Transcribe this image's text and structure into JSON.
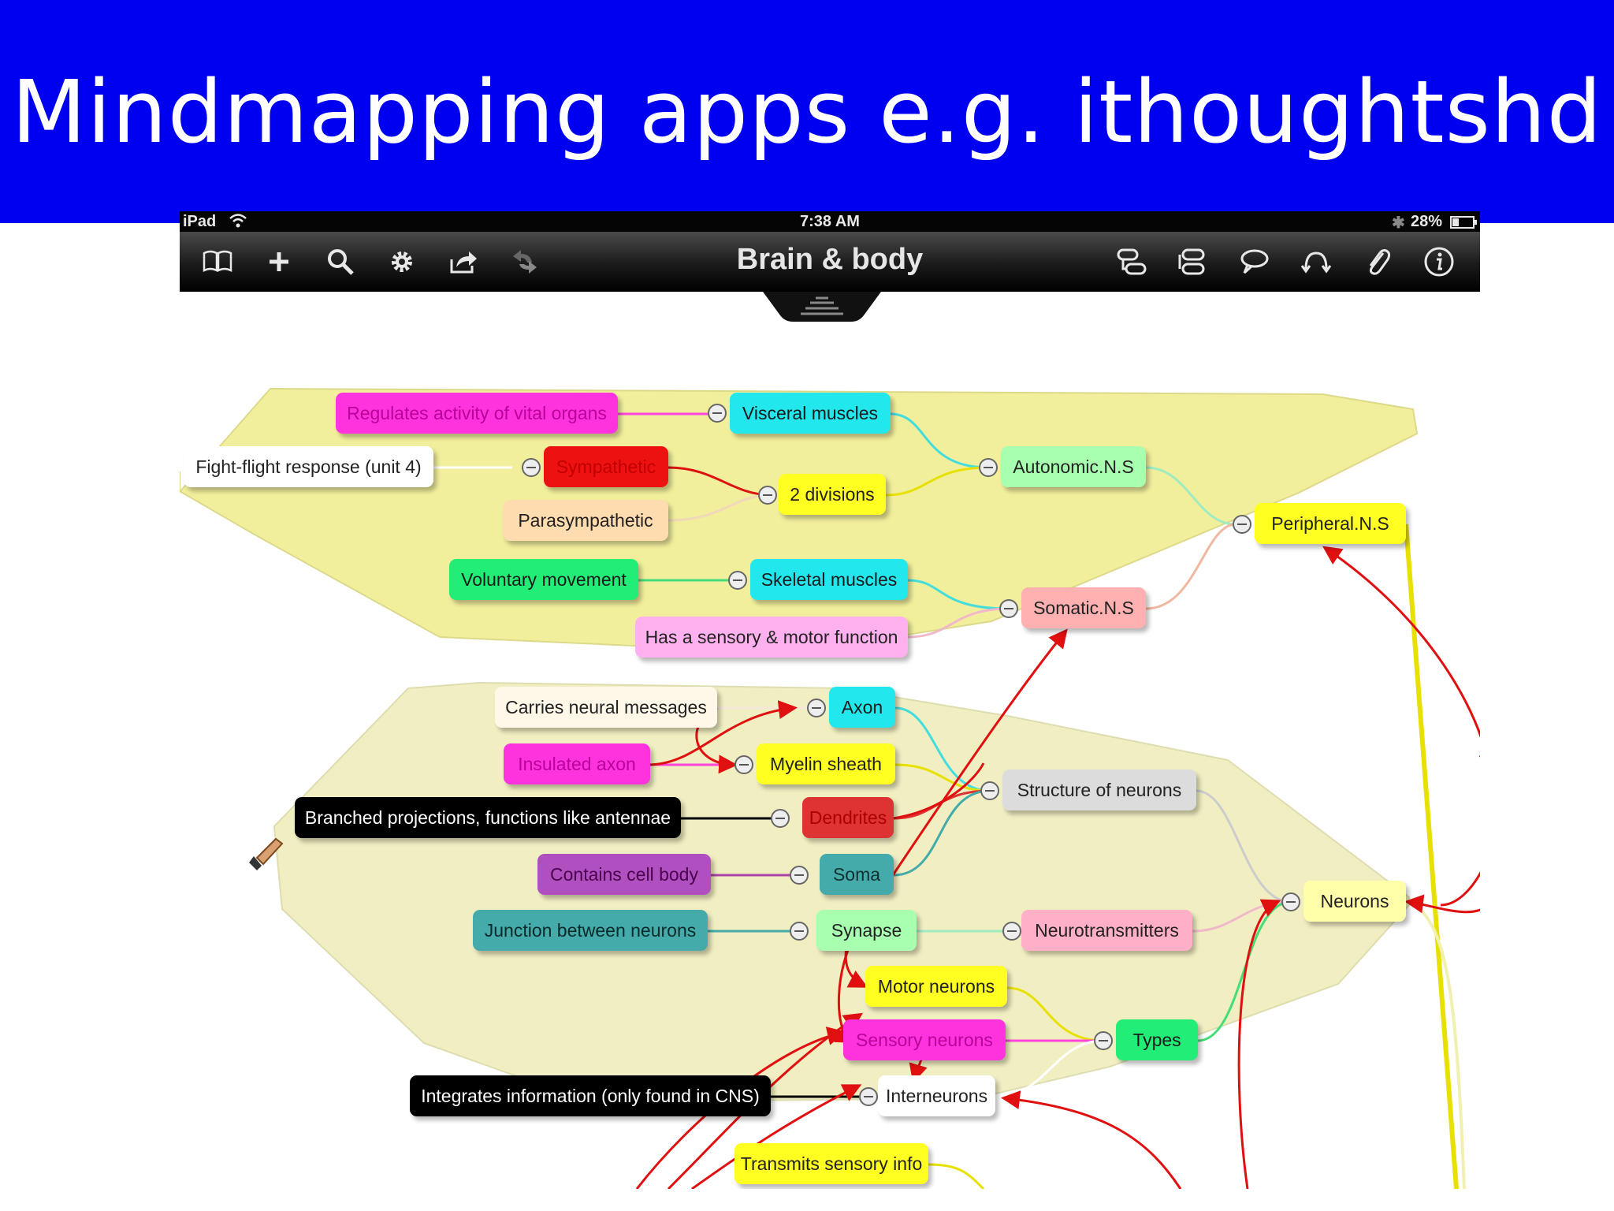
{
  "slide_title": "Mindmapping apps e.g. ithoughtshd",
  "status_bar": {
    "device": "iPad",
    "time": "7:38 AM",
    "battery": "28%"
  },
  "navbar": {
    "title": "Brain & body",
    "left_icons": [
      "book-icon",
      "plus-icon",
      "search-icon",
      "gear-icon",
      "share-icon",
      "undo-redo-icon"
    ],
    "right_icons": [
      "add-child-icon",
      "add-sibling-icon",
      "callout-icon",
      "relationship-icon",
      "paperclip-icon",
      "info-icon"
    ]
  },
  "nodes": {
    "regulates": "Regulates activity of vital organs",
    "visceral": "Visceral muscles",
    "fight": "Fight-flight response (unit 4)",
    "sympathetic": "Sympathetic",
    "two_divisions": "2 divisions",
    "autonomic": "Autonomic.N.S",
    "parasympathetic": "Parasympathetic",
    "peripheral": "Peripheral.N.S",
    "voluntary": "Voluntary movement",
    "skeletal": "Skeletal muscles",
    "somatic": "Somatic.N.S",
    "sensory_motor": "Has a sensory & motor function",
    "carries": "Carries neural messages",
    "axon": "Axon",
    "insulated": "Insulated axon",
    "myelin": "Myelin sheath",
    "structure": "Structure of neurons",
    "branched": "Branched projections, functions like antennae",
    "dendrites": "Dendrites",
    "contains": "Contains cell body",
    "soma": "Soma",
    "neurons": "Neurons",
    "junction": "Junction between neurons",
    "synapse": "Synapse",
    "neurotransmitters": "Neurotransmitters",
    "motor": "Motor neurons",
    "sensory": "Sensory neurons",
    "types": "Types",
    "integrates": "Integrates information (only found in CNS)",
    "interneurons": "Interneurons",
    "transmits": "Transmits sensory info"
  },
  "colors": {
    "banner": "#0000f0",
    "group_fill": "#f2ef9c",
    "group_fill_light": "#f1efc2",
    "relationship_arrow": "#e01010"
  }
}
